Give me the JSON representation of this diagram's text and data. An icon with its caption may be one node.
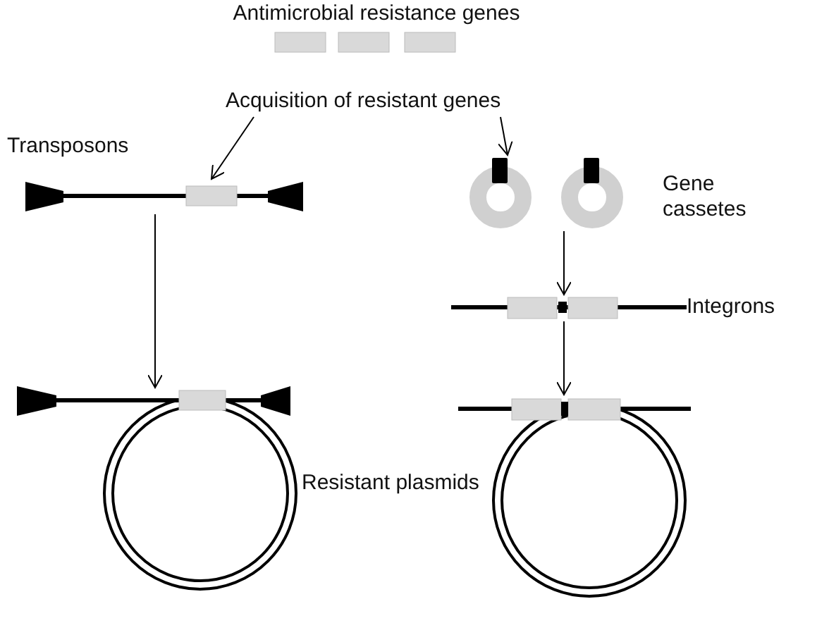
{
  "diagram": {
    "title": "Antimicrobial resistance genes",
    "nodes": [
      {
        "text": [
          "Acquisition of resistant genes"
        ]
      },
      {
        "text": [],
        "shape": "bar"
      },
      {
        "text": [],
        "shape": "circle"
      },
      {
        "text": [],
        "shape": "circle"
      },
      {
        "text": [],
        "shape": "bar"
      },
      {
        "text": [],
        "shape": "circle"
      },
      {
        "text": [],
        "shape": "circle"
      }
    ],
    "edges": [
      {
        "from": 0,
        "to": 1,
        "arrow": "to"
      },
      {
        "from": 0,
        "to": 2,
        "arrow": "to"
      },
      {
        "from": 3,
        "to": 4,
        "arrow": "to"
      },
      {
        "from": 1,
        "to": 5,
        "arrow": "to"
      },
      {
        "from": 4,
        "to": 6,
        "arrow": "to"
      }
    ],
    "labels": [
      "Transposons",
      "Gene cassetes",
      "Integrons",
      "Resistant plasmids"
    ]
  }
}
